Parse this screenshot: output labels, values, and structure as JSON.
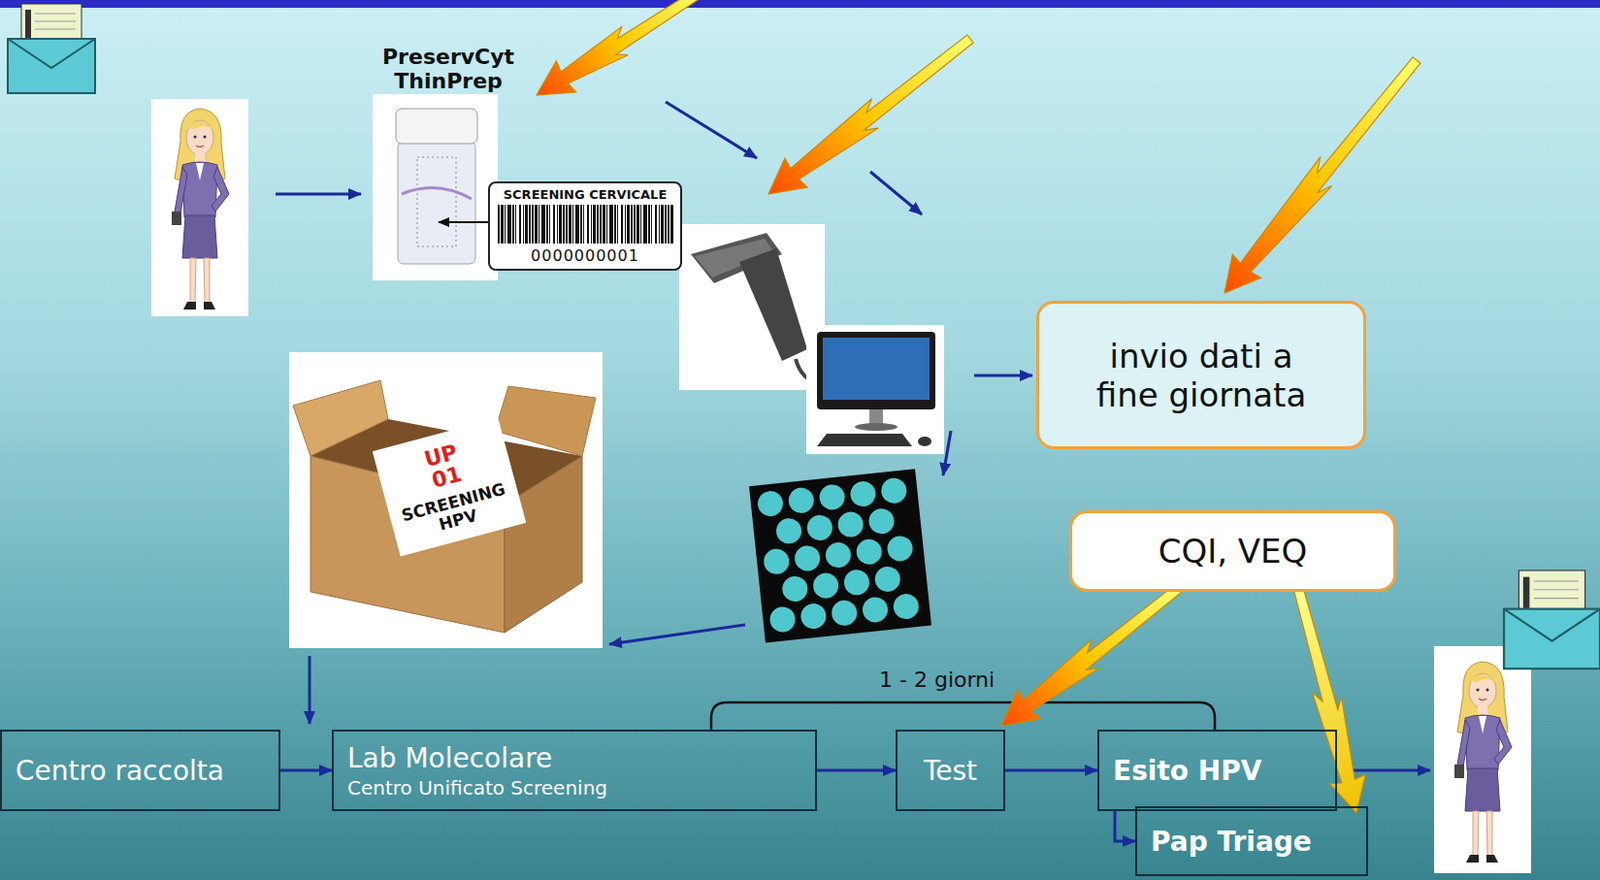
{
  "diagram": {
    "nodes": [
      {
        "text": [
          "SCREENING CERVICALE",
          "0000000001"
        ]
      },
      {
        "text": [
          "UP 01",
          "SCREENING HPV"
        ]
      },
      {
        "text": [
          "invio dati a fine giornata"
        ]
      },
      {
        "text": [
          "CQI, VEQ"
        ]
      },
      {
        "text": [
          "Centro raccolta"
        ]
      },
      {
        "text": [
          "Lab Molecolare",
          "Centro Unificato Screening"
        ]
      },
      {
        "text": [
          "Test"
        ]
      },
      {
        "text": [
          "Esito HPV"
        ]
      },
      {
        "text": [
          "Pap Triage"
        ]
      }
    ],
    "edges": [
      {
        "from": 4,
        "to": 5,
        "arrow": "to"
      },
      {
        "from": 5,
        "to": 6,
        "arrow": "to"
      },
      {
        "from": 6,
        "to": 7,
        "arrow": "to"
      },
      {
        "from": 7,
        "to": 8,
        "arrow": "to"
      }
    ],
    "labels": [
      "PreservCyt ThinPrep",
      "1 - 2 giorni"
    ]
  }
}
